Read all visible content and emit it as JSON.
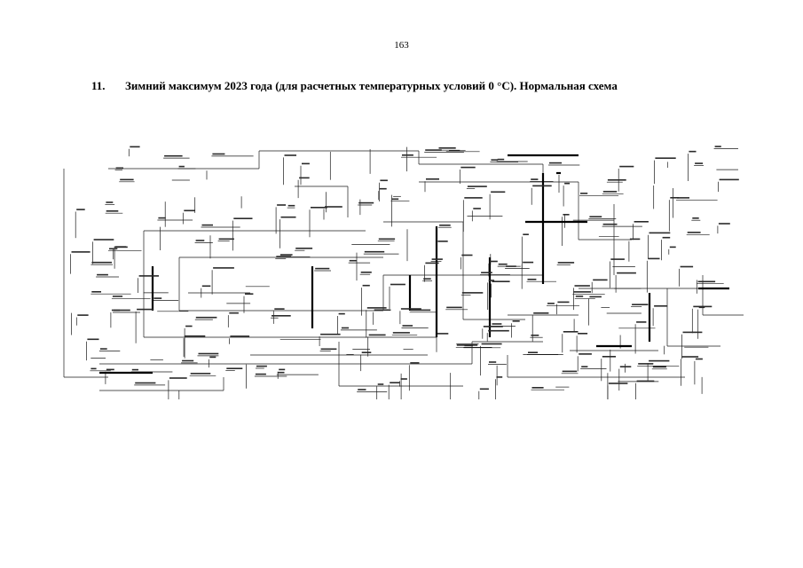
{
  "page": {
    "number": "163"
  },
  "section": {
    "number": "11.",
    "title": "Зимний максимум 2023 года (для расчетных температурных условий 0 °С). Нормальная схема"
  },
  "schematic": {
    "colors": {
      "line": "#1a1a1a",
      "bus": "#000000",
      "background": "#ffffff"
    }
  }
}
